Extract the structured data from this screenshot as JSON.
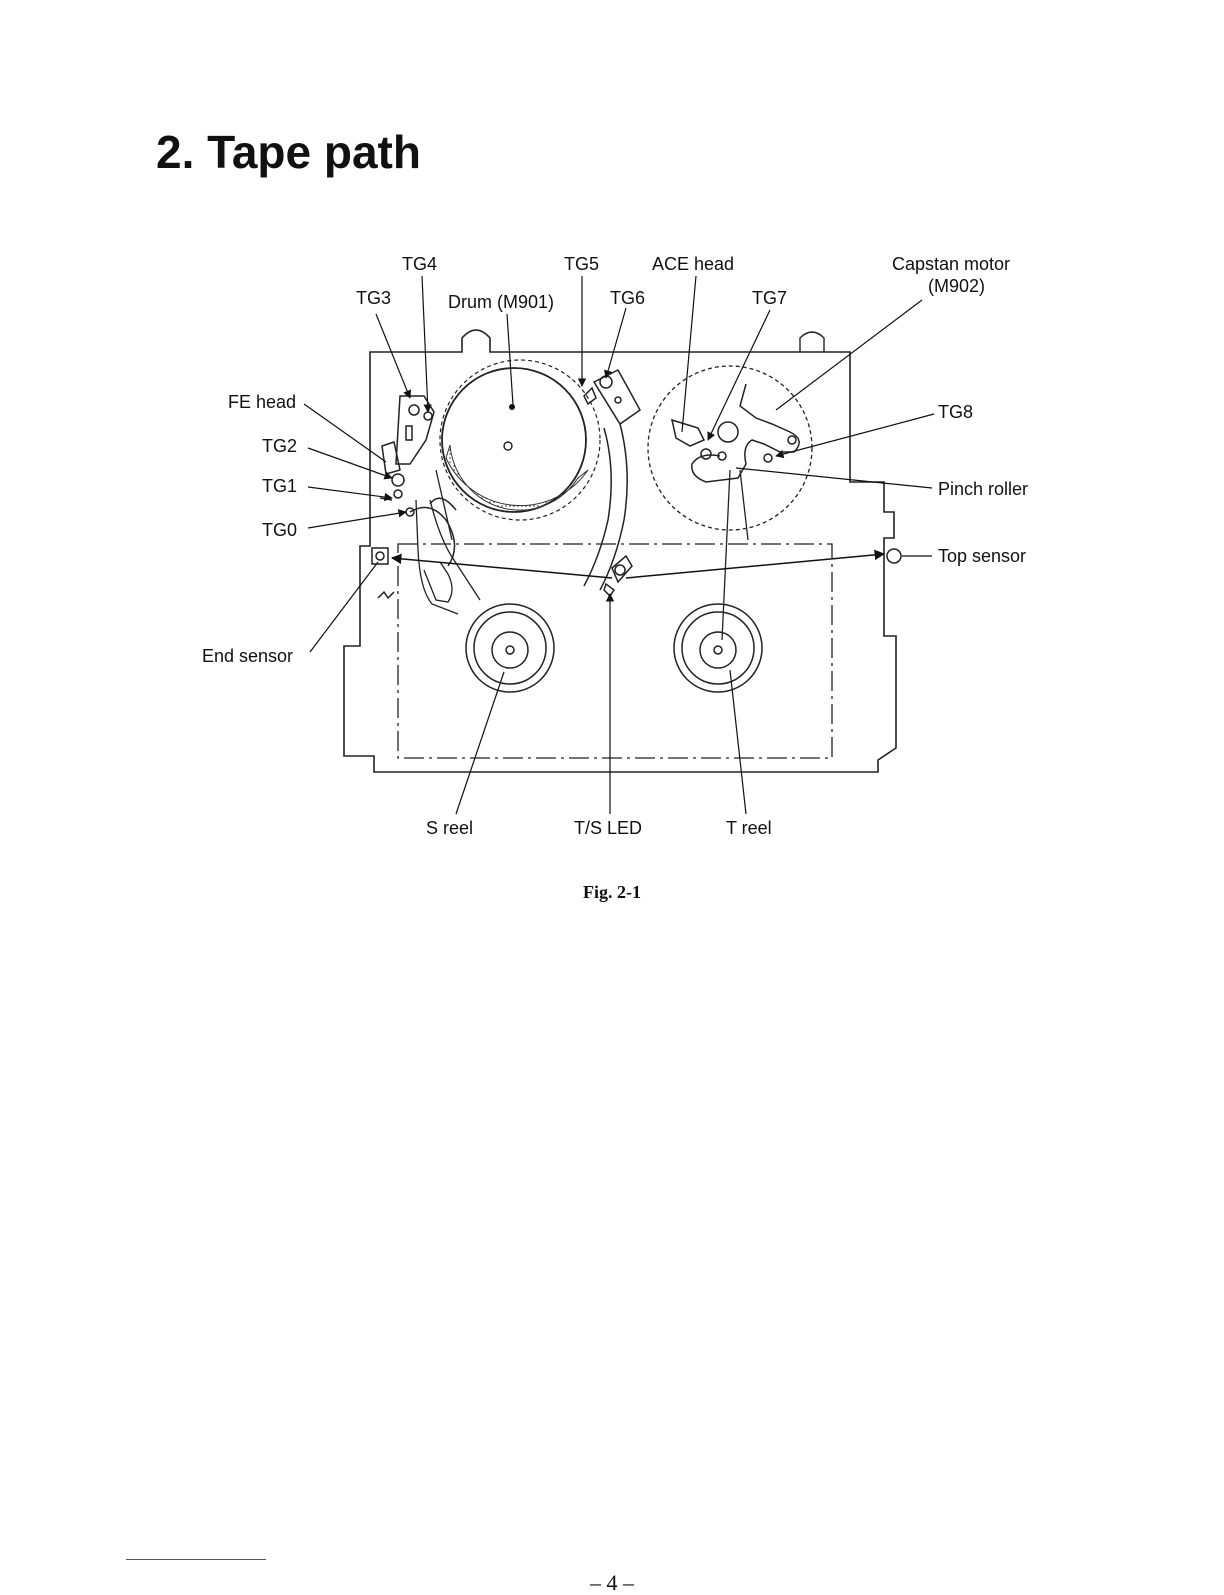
{
  "page": {
    "title": "2. Tape path",
    "caption": "Fig. 2-1",
    "page_number": "– 4 –"
  },
  "diagram": {
    "labels": {
      "tg0": "TG0",
      "tg1": "TG1",
      "tg2": "TG2",
      "tg3": "TG3",
      "tg4": "TG4",
      "tg5": "TG5",
      "tg6": "TG6",
      "tg7": "TG7",
      "tg8": "TG8",
      "fe_head": "FE head",
      "drum": "Drum (M901)",
      "ace_head": "ACE head",
      "capstan_motor": "Capstan motor",
      "capstan_motor_id": "(M902)",
      "pinch_roller": "Pinch roller",
      "top_sensor": "Top sensor",
      "end_sensor": "End sensor",
      "s_reel": "S reel",
      "ts_led": "T/S LED",
      "t_reel": "T reel"
    }
  }
}
